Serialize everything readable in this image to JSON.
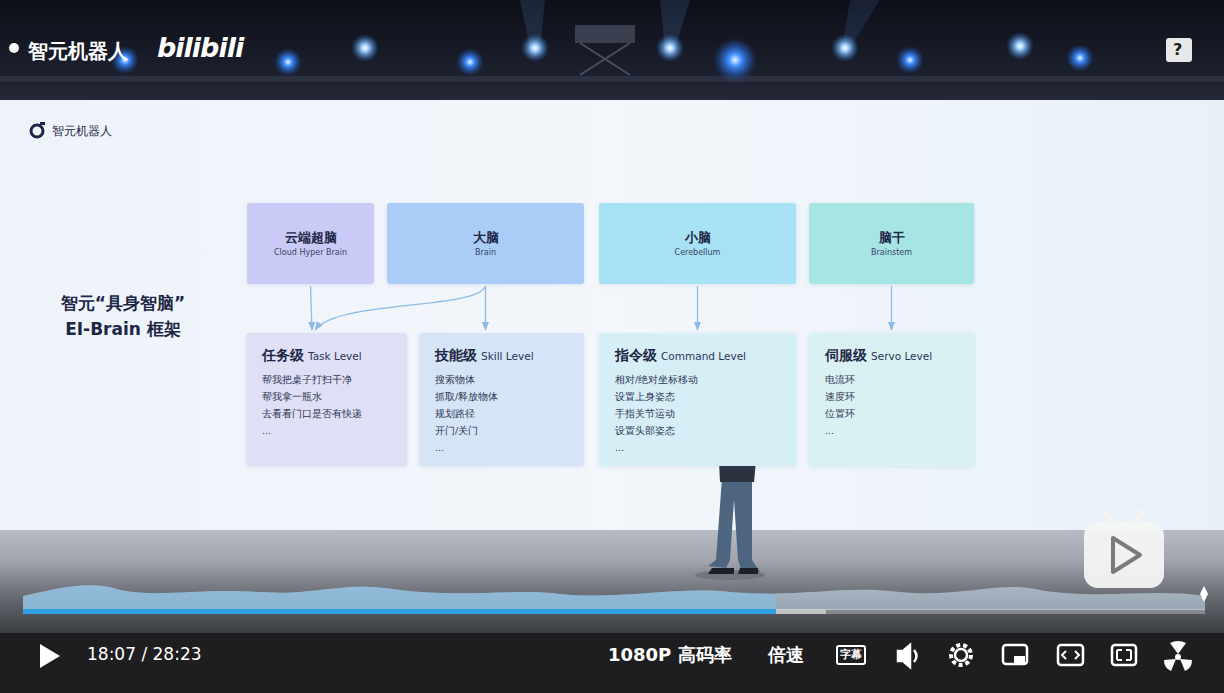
{
  "diagram": {
    "title": "智元“具身智脑” EI-Brain 框架",
    "nodes": [
      {
        "text": [
          "云端超脑",
          "Cloud Hyper Brain"
        ]
      },
      {
        "text": [
          "大脑",
          "Brain"
        ]
      },
      {
        "text": [
          "小脑",
          "Cerebellum"
        ]
      },
      {
        "text": [
          "脑干",
          "Brainstem"
        ]
      },
      {
        "text": [
          "任务级",
          "Task Level",
          "帮我把桌子打扫干净",
          "帮我拿一瓶水",
          "去看看门口是否有快递",
          "..."
        ]
      },
      {
        "text": [
          "技能级",
          "Skill Level",
          "搜索物体",
          "抓取/释放物体",
          "规划路径",
          "开门/关门",
          "..."
        ]
      },
      {
        "text": [
          "指令级",
          "Command Level",
          "相对/绝对坐标移动",
          "设置上身姿态",
          "手指关节运动",
          "设置头部姿态",
          "..."
        ]
      },
      {
        "text": [
          "伺服级",
          "Servo Level",
          "电流环",
          "速度环",
          "位置环",
          "..."
        ]
      }
    ],
    "edges": [
      {
        "from": 0,
        "to": 4,
        "arrow": "to"
      },
      {
        "from": 1,
        "to": 4,
        "arrow": "to"
      },
      {
        "from": 1,
        "to": 5,
        "arrow": "to"
      },
      {
        "from": 2,
        "to": 6,
        "arrow": "to"
      },
      {
        "from": 3,
        "to": 7,
        "arrow": "to"
      }
    ],
    "labels": [
      "智元机器人",
      "bilibili",
      "?",
      "智元机器人",
      "18:07 / 28:23",
      "1080P 高码率",
      "倍速",
      "字幕"
    ]
  }
}
